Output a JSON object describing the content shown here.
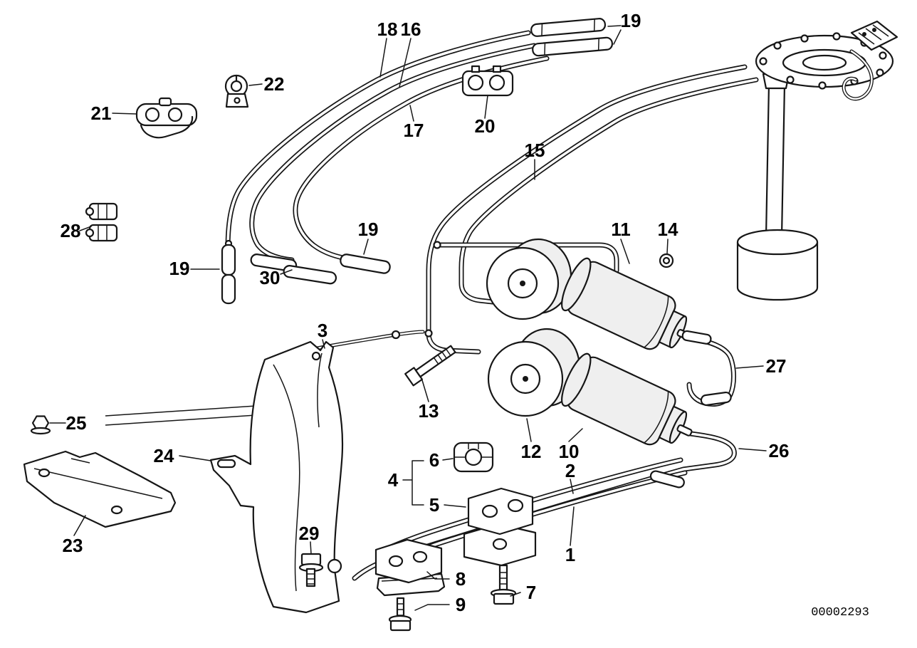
{
  "diagram": {
    "drawing_number": "00002293",
    "callouts": [
      {
        "label": "18"
      },
      {
        "label": "16"
      },
      {
        "label": "19"
      },
      {
        "label": "22"
      },
      {
        "label": "21"
      },
      {
        "label": "17"
      },
      {
        "label": "20"
      },
      {
        "label": "15"
      },
      {
        "label": "28"
      },
      {
        "label": "19"
      },
      {
        "label": "11"
      },
      {
        "label": "14"
      },
      {
        "label": "19"
      },
      {
        "label": "30"
      },
      {
        "label": "3"
      },
      {
        "label": "27"
      },
      {
        "label": "13"
      },
      {
        "label": "25"
      },
      {
        "label": "24"
      },
      {
        "label": "6"
      },
      {
        "label": "12"
      },
      {
        "label": "10"
      },
      {
        "label": "26"
      },
      {
        "label": "4"
      },
      {
        "label": "2"
      },
      {
        "label": "5"
      },
      {
        "label": "23"
      },
      {
        "label": "29"
      },
      {
        "label": "1"
      },
      {
        "label": "8"
      },
      {
        "label": "7"
      },
      {
        "label": "9"
      }
    ]
  }
}
